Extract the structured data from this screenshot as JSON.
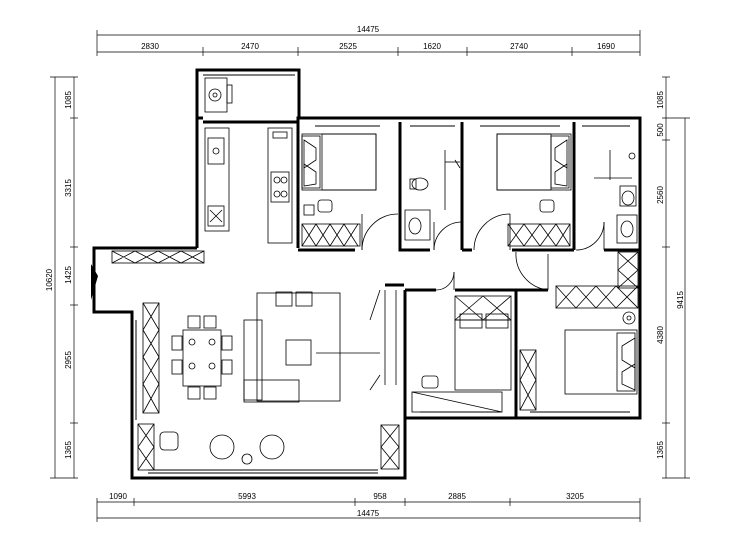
{
  "dimensions": {
    "top_total": "14475",
    "top_segments": [
      "2830",
      "2470",
      "2525",
      "1620",
      "2740",
      "1690"
    ],
    "bottom_total": "14475",
    "bottom_segments": [
      "1090",
      "5993",
      "958",
      "2885",
      "3205"
    ],
    "left_total": "10620",
    "left_segments": [
      "1085",
      "3315",
      "1425",
      "2955",
      "1365"
    ],
    "right_total": "9415",
    "right_segments": [
      "1085",
      "500",
      "2560",
      "4380",
      "1365"
    ]
  }
}
